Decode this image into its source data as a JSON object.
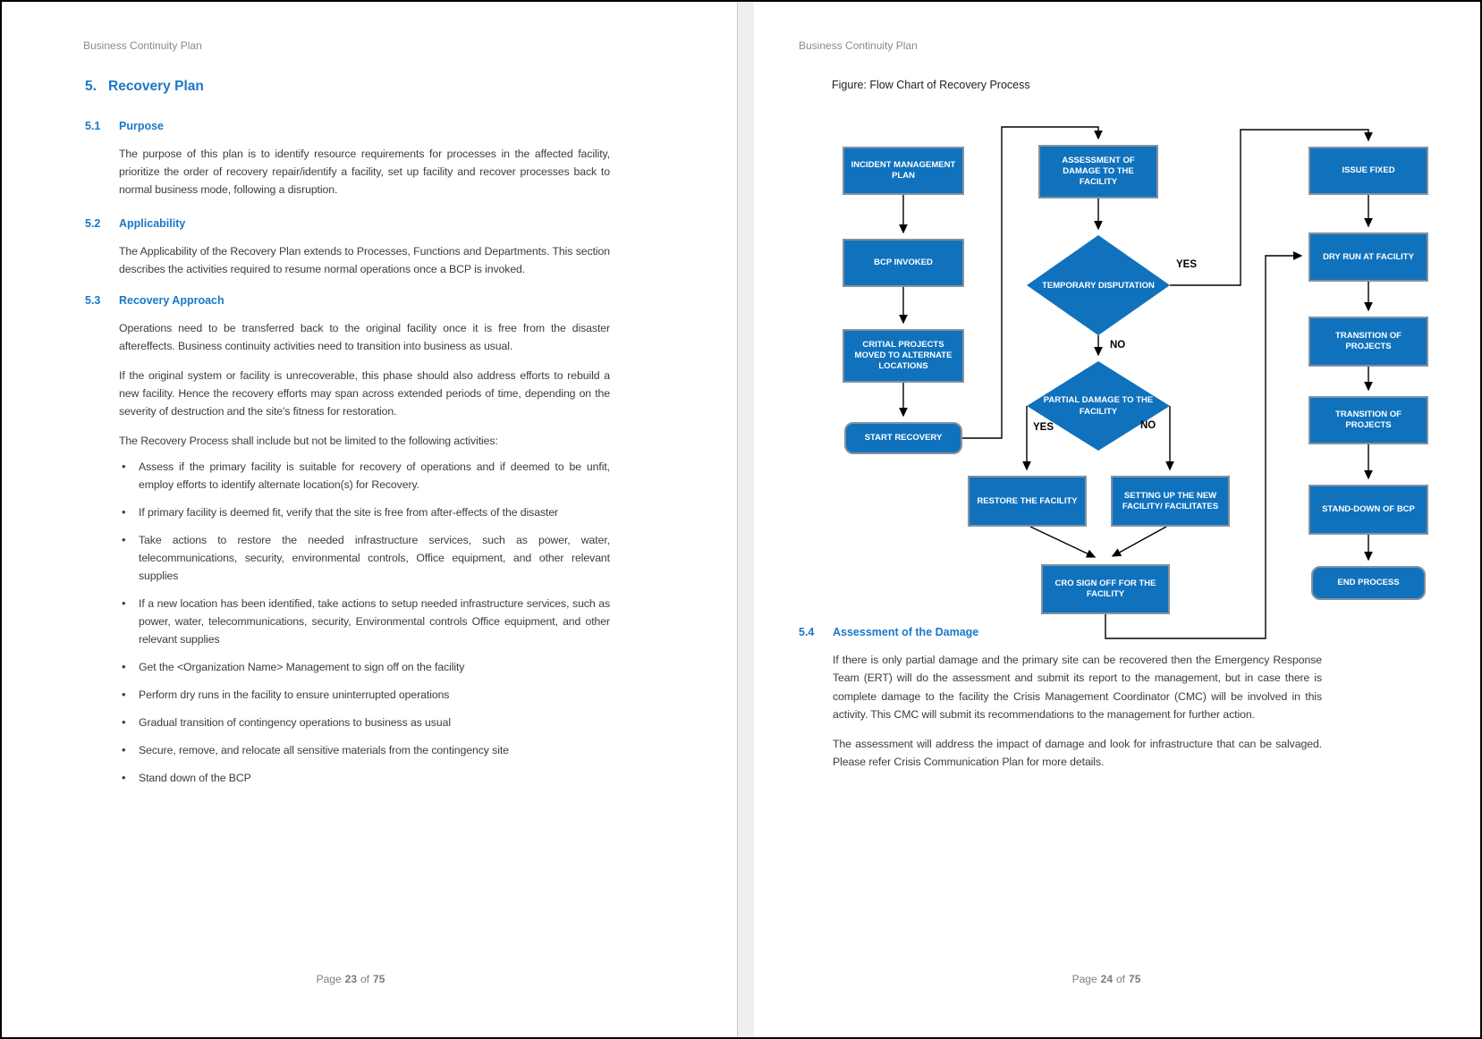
{
  "header": {
    "title": "Business Continuity Plan"
  },
  "colors": {
    "heading_blue": "#1b78c6",
    "node_fill": "#1072bd",
    "node_border": "#85929e",
    "body_text": "#3c3c3c"
  },
  "left_page": {
    "section_number": "5.",
    "section_title": "Recovery Plan",
    "subsections": [
      {
        "number": "5.1",
        "title": "Purpose",
        "paragraphs": [
          "The purpose of this plan is to identify resource requirements for processes in the affected facility, prioritize the order of recovery repair/identify a facility, set up facility and recover processes back to normal business mode, following a disruption."
        ]
      },
      {
        "number": "5.2",
        "title": "Applicability",
        "paragraphs": [
          "The Applicability of the Recovery Plan extends to Processes, Functions and Departments. This section describes the activities required to resume normal operations once a BCP is invoked."
        ]
      },
      {
        "number": "5.3",
        "title": "Recovery Approach",
        "paragraphs": [
          "Operations need to be transferred back to the original facility once it is free from the disaster aftereffects. Business continuity activities need to transition into business as usual.",
          "If the original system or facility is unrecoverable, this phase should also address efforts to rebuild a new facility. Hence the recovery efforts may span across extended periods of time, depending on the severity of destruction and the site's fitness for restoration.",
          "The Recovery Process shall include but not be limited to the following activities:"
        ],
        "bullets": [
          "Assess if the primary facility is suitable for recovery of operations and if deemed to be unfit, employ efforts to identify alternate location(s) for Recovery.",
          "If primary facility is deemed fit, verify that the site is free from after-effects of the disaster",
          "Take actions to restore the needed infrastructure services, such as power, water, telecommunications, security, environmental controls, Office equipment, and other relevant supplies",
          "If a new location has been identified, take actions to setup needed infrastructure services, such as power, water, telecommunications, security, Environmental controls Office equipment, and other relevant supplies",
          "Get the <Organization Name>  Management to sign off on the facility",
          "Perform dry runs in the facility to ensure uninterrupted operations",
          "Gradual transition of contingency operations to business as usual",
          "Secure, remove, and relocate all sensitive materials from the contingency site",
          "Stand down of the BCP"
        ]
      }
    ],
    "footer": {
      "prefix": "Page",
      "page": "23",
      "of": "of",
      "total": "75"
    }
  },
  "right_page": {
    "figure_caption": "Figure: Flow Chart of Recovery Process",
    "flowchart": {
      "nodes": {
        "incident": "INCIDENT MANAGEMENT PLAN",
        "bcp": "BCP INVOKED",
        "critical": "CRITIAL PROJECTS MOVED TO ALTERNATE LOCATIONS",
        "start": "START RECOVERY",
        "assessment": "ASSESSMENT OF DAMAGE TO THE FACILITY",
        "temporary": "TEMPORARY DISPUTATION",
        "partial": "PARTIAL DAMAGE TO THE FACILITY",
        "restore": "RESTORE THE FACILITY",
        "setting": "SETTING UP THE NEW FACILITY/ FACILITATES",
        "cro": "CRO SIGN OFF FOR THE FACILITY",
        "issue": "ISSUE FIXED",
        "dryrun": "DRY RUN AT FACILITY",
        "transition1": "TRANSITION OF PROJECTS",
        "transition2": "TRANSITION OF PROJECTS",
        "stand": "STAND-DOWN OF BCP",
        "end": "END PROCESS"
      },
      "labels": {
        "yes_top": "YES",
        "no_top": "NO",
        "yes_bottom": "YES",
        "no_bottom": "NO"
      }
    },
    "subsection": {
      "number": "5.4",
      "title": "Assessment of the Damage",
      "paragraphs": [
        "If there is only partial damage and the primary site can be recovered then the Emergency Response Team (ERT) will do the assessment and submit its report to the management, but in case there is complete damage to the facility the Crisis Management Coordinator (CMC) will be involved in this activity. This CMC will submit its recommendations to the management for further action.",
        "The assessment will address the impact of damage and look for infrastructure that can be salvaged. Please refer Crisis Communication Plan for more details."
      ]
    },
    "footer": {
      "prefix": "Page",
      "page": "24",
      "of": "of",
      "total": "75"
    }
  }
}
